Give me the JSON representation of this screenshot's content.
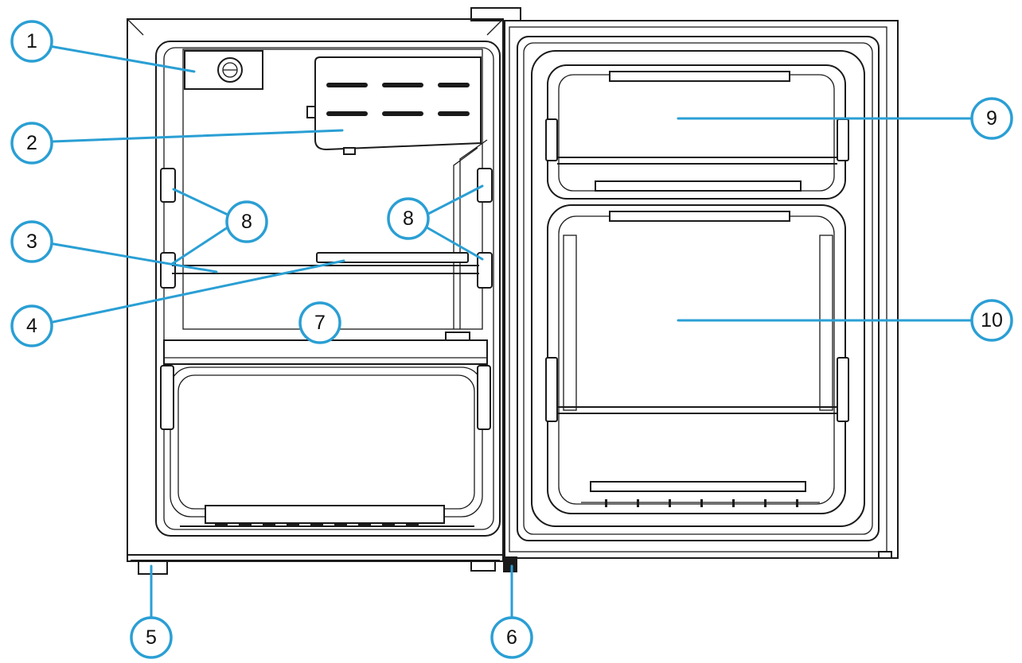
{
  "colors": {
    "accent": "#2a9fd4",
    "outline": "#1a1a1a"
  },
  "callouts": [
    {
      "id": "c1",
      "label": "1"
    },
    {
      "id": "c2",
      "label": "2"
    },
    {
      "id": "c3",
      "label": "3"
    },
    {
      "id": "c4",
      "label": "4"
    },
    {
      "id": "c5",
      "label": "5"
    },
    {
      "id": "c6",
      "label": "6"
    },
    {
      "id": "c7",
      "label": "7"
    },
    {
      "id": "c8a",
      "label": "8"
    },
    {
      "id": "c8b",
      "label": "8"
    },
    {
      "id": "c9",
      "label": "9"
    },
    {
      "id": "c10",
      "label": "10"
    }
  ]
}
